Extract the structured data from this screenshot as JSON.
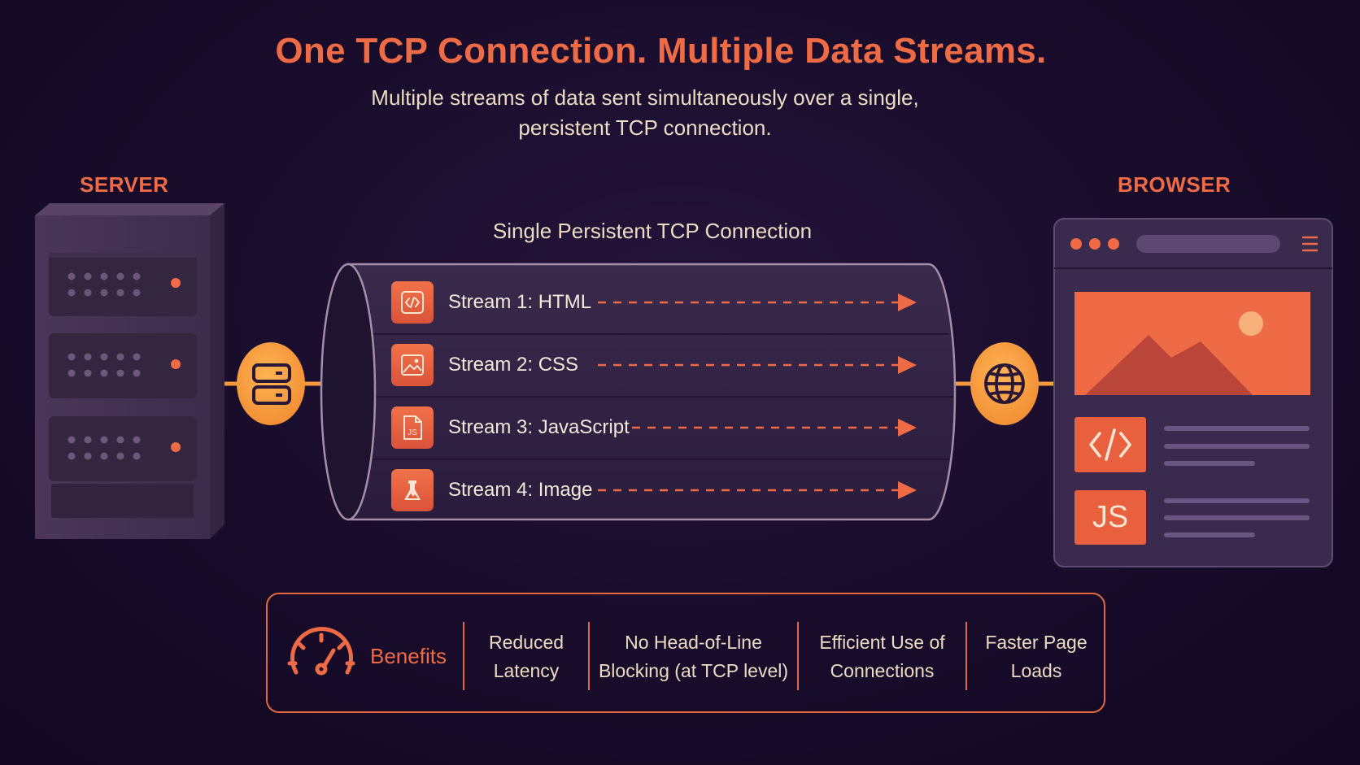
{
  "title": "One TCP Connection. Multiple Data Streams.",
  "subtitle": "Multiple streams of data sent simultaneously over a single,\npersistent TCP connection.",
  "server": {
    "label": "SERVER",
    "icon": "server-icon"
  },
  "browser": {
    "label": "BROWSER",
    "icon": "globe-icon",
    "js_badge": "JS",
    "code_badge_icon": "code-icon",
    "image_icon": "mountain-image-icon",
    "menu_icon": "hamburger-menu-icon"
  },
  "connection": {
    "label": "Single Persistent TCP Connection",
    "streams": [
      {
        "label": "Stream 1: HTML",
        "icon": "code-icon"
      },
      {
        "label": "Stream 2: CSS",
        "icon": "image-icon"
      },
      {
        "label": "Stream 3: JavaScript",
        "icon": "js-file-icon"
      },
      {
        "label": "Stream 4: Image",
        "icon": "image-file-icon"
      }
    ]
  },
  "benefits": {
    "heading": "Benefits",
    "icon": "speedometer-icon",
    "items": [
      "Reduced\nLatency",
      "No Head-of-Line\nBlocking (at TCP level)",
      "Efficient Use of\nConnections",
      "Faster Page\nLoads"
    ]
  },
  "colors": {
    "accent": "#ef6b45",
    "connector": "#f39a3c",
    "background": "#180c2a",
    "text": "#ecdcc4",
    "panel": "#3a2a4e"
  }
}
